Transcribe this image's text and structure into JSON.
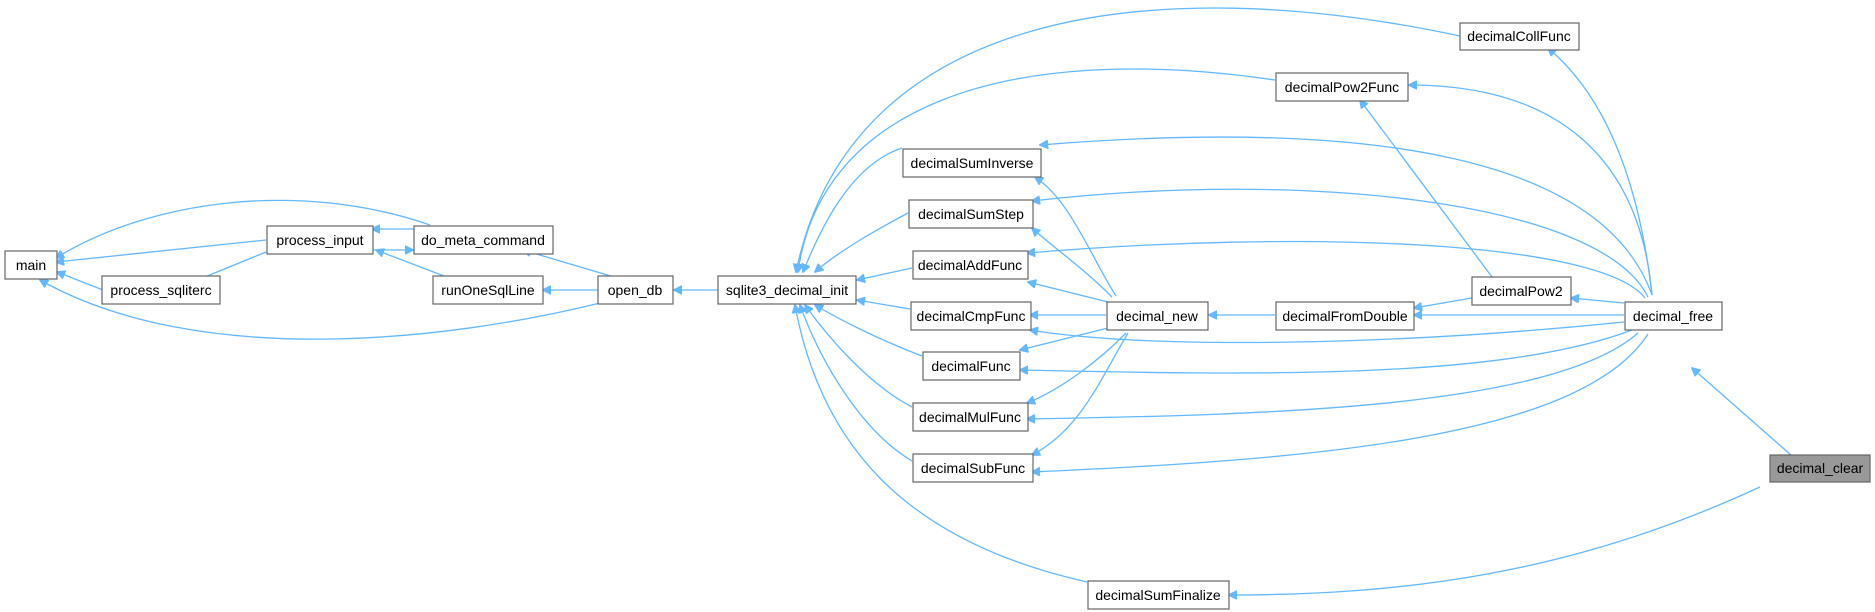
{
  "colors": {
    "edge": "#63b8ff",
    "node_border": "#666666",
    "node_fill": "#ffffff",
    "highlight_fill": "#999999"
  },
  "nodes": {
    "main": "main",
    "process_input": "process_input",
    "do_meta_command": "do_meta_command",
    "process_sqliterc": "process_sqliterc",
    "runOneSqlLine": "runOneSqlLine",
    "open_db": "open_db",
    "sqlite3_decimal_init": "sqlite3_decimal_init",
    "decimalCollFunc": "decimalCollFunc",
    "decimalPow2Func": "decimalPow2Func",
    "decimalSumInverse": "decimalSumInverse",
    "decimalSumStep": "decimalSumStep",
    "decimalAddFunc": "decimalAddFunc",
    "decimalCmpFunc": "decimalCmpFunc",
    "decimalFunc": "decimalFunc",
    "decimalMulFunc": "decimalMulFunc",
    "decimalSubFunc": "decimalSubFunc",
    "decimalSumFinalize": "decimalSumFinalize",
    "decimal_new": "decimal_new",
    "decimalFromDouble": "decimalFromDouble",
    "decimalPow2": "decimalPow2",
    "decimal_free": "decimal_free",
    "decimal_clear": "decimal_clear"
  }
}
